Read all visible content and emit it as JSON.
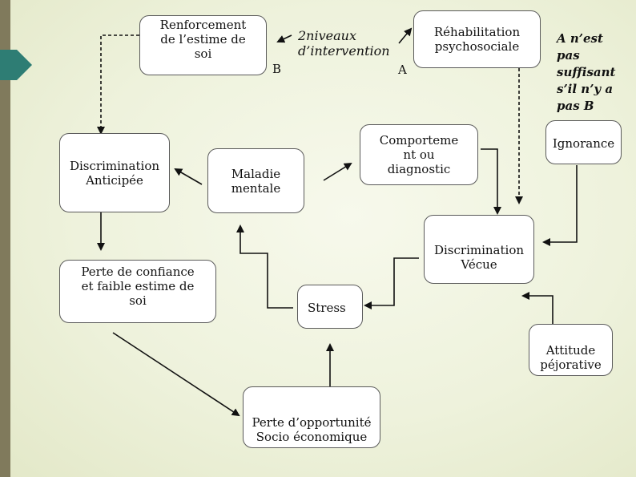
{
  "colors": {
    "stripe": "#807a5c",
    "arrow_fill": "#2e7d74",
    "box_border": "#5a5a5a",
    "line": "#111111",
    "background": "#eef2dc"
  },
  "nodes": {
    "renforcement": "Renforcement\nde l’estime de\nsoi",
    "deux_niveaux": "2niveaux\nd’intervention",
    "rehabilitation": "Réhabilitation\npsychosociale",
    "a_nest_pas": "A n’est\npas\nsuffisant\ns’il n’y a\npas B",
    "discrimination_anticipee": "Discrimination\nAnticipée",
    "maladie_mentale": "Maladie\nmentale",
    "comportement": "Comporteme\nnt ou\ndiagnostic",
    "ignorance": "Ignorance",
    "discrimination_vecue": "Discrimination\nVécue",
    "perte_confiance": "Perte de confiance\net faible estime de\nsoi",
    "stress": "Stress",
    "attitude": "Attitude\npéjorative",
    "perte_opportunite": "Perte d’opportunité\nSocio économique"
  },
  "labels": {
    "b": "B",
    "a": "A"
  }
}
